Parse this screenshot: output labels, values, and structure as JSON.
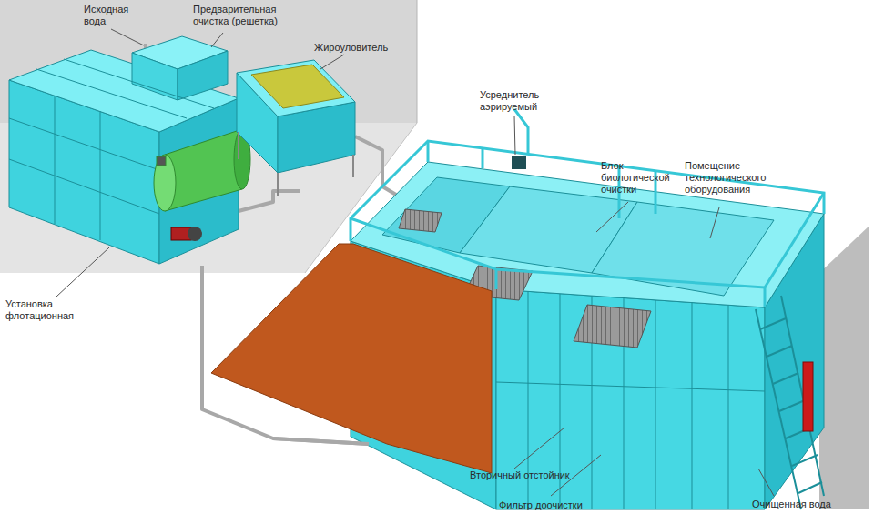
{
  "diagram": {
    "labels": [
      "Исходная вода",
      "Предварительная очистка (решетка)",
      "Жироуловитель",
      "Усреднитель аэрируемый",
      "Блок биологической очистки",
      "Помещение технологического оборудования",
      "Установка флотационная",
      "Вторичный отстойник",
      "Фильтр доочистки",
      "Очищенная вода"
    ]
  }
}
